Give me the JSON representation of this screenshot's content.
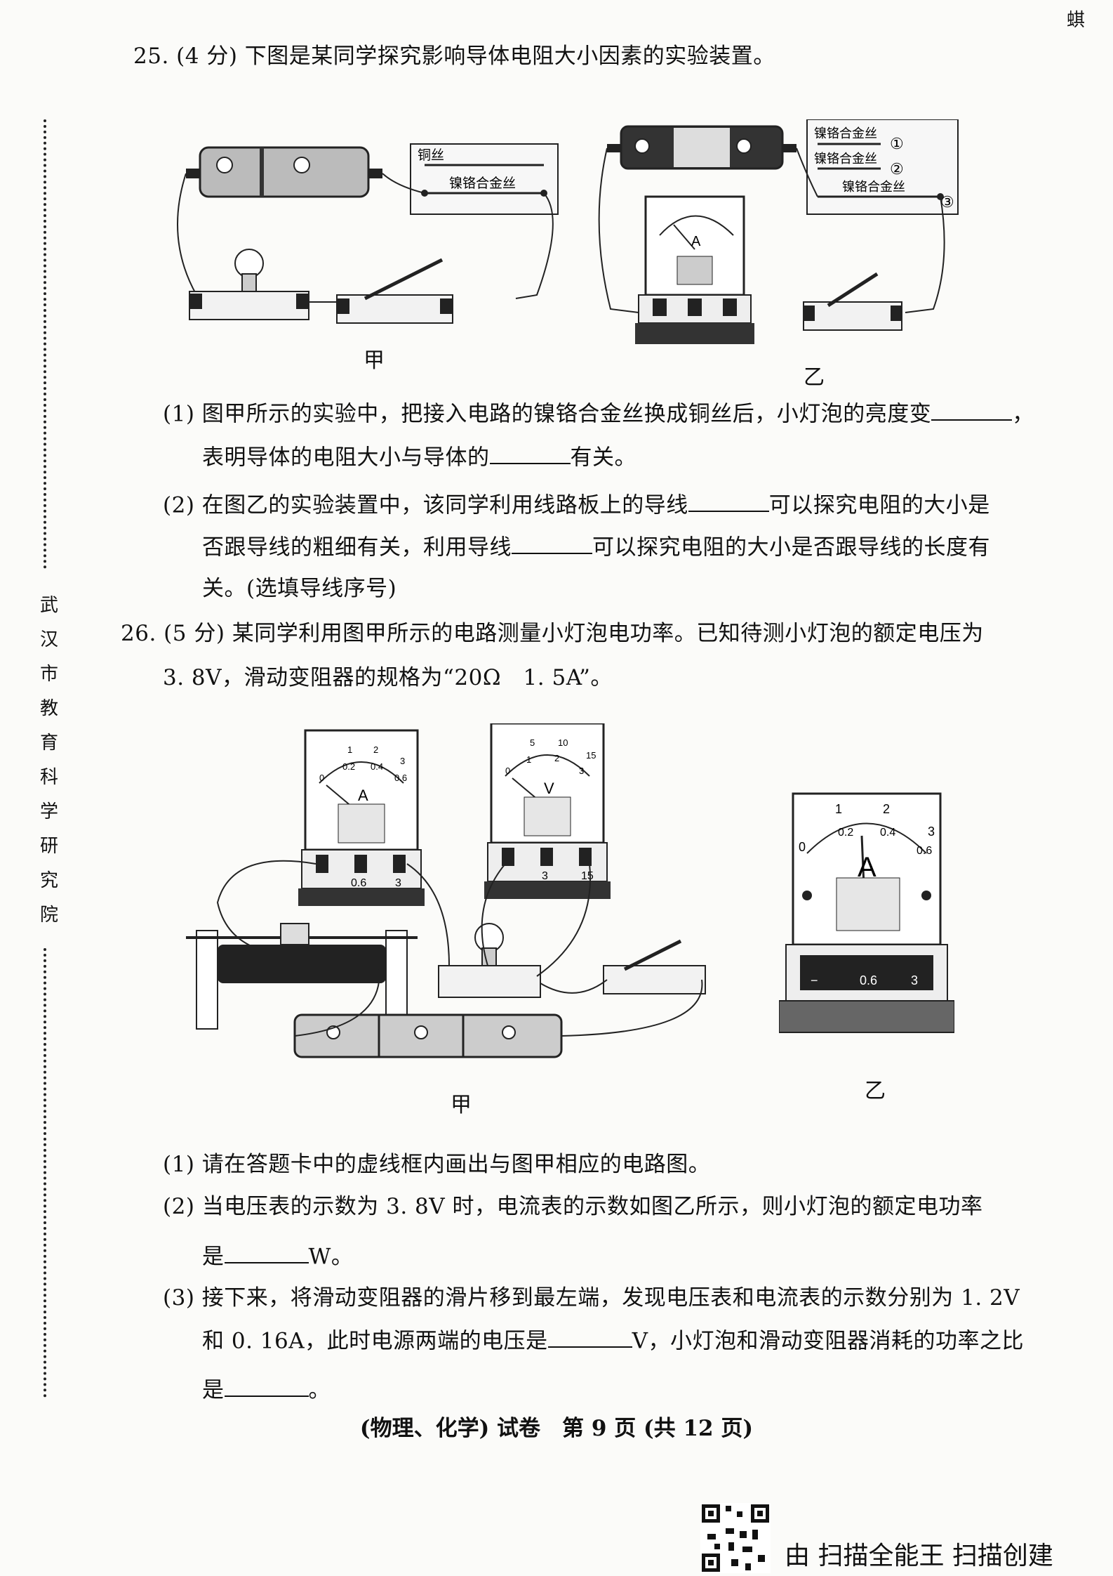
{
  "corner_mark": "蜞",
  "side_text": [
    "武",
    "汉",
    "市",
    "教",
    "育",
    "科",
    "学",
    "研",
    "究",
    "院"
  ],
  "q25": {
    "stem": "25. (4 分) 下图是某同学探究影响导体电阻大小因素的实验装置。",
    "fig_jia": {
      "label": "甲",
      "wire1": "铜丝",
      "wire2": "镍铬合金丝"
    },
    "fig_yi": {
      "label": "乙",
      "wire1": "镍铬合金丝",
      "wire1_num": "①",
      "wire2": "镍铬合金丝",
      "wire2_num": "②",
      "wire3": "镍铬合金丝",
      "wire3_num": "③",
      "meter_symbol": "A"
    },
    "p1_a": "(1) 图甲所示的实验中，把接入电路的镍铬合金丝换成铜丝后，小灯泡的亮度变",
    "p1_b": "，",
    "p1_c": "表明导体的电阻大小与导体的",
    "p1_d": "有关。",
    "p2_a": "(2) 在图乙的实验装置中，该同学利用线路板上的导线",
    "p2_b": "可以探究电阻的大小是",
    "p2_c": "否跟导线的粗细有关，利用导线",
    "p2_d": "可以探究电阻的大小是否跟导线的长度有",
    "p2_e": "关。(选填导线序号)"
  },
  "q26": {
    "stem_a": "26. (5 分) 某同学利用图甲所示的电路测量小灯泡电功率。已知待测小灯泡的额定电压为",
    "stem_b": "3. 8V，滑动变阻器的规格为“20Ω　1. 5A”。",
    "fig_jia": {
      "label": "甲",
      "ammeter_symbol": "A",
      "ammeter_ticks": [
        "0",
        "0.2",
        "0.4",
        "0.6",
        "1",
        "2",
        "3"
      ],
      "ammeter_terminals": [
        "0.6",
        "3"
      ],
      "voltmeter_symbol": "V",
      "voltmeter_ticks": [
        "0",
        "5",
        "10",
        "15",
        "1",
        "2",
        "3"
      ],
      "voltmeter_terminals": [
        "3",
        "15"
      ]
    },
    "fig_yi": {
      "label": "乙",
      "symbol": "A",
      "ticks": [
        "0",
        "1",
        "2",
        "3",
        "0.2",
        "0.4",
        "0.6"
      ],
      "terminals": [
        "−",
        "0.6",
        "3"
      ]
    },
    "p1": "(1) 请在答题卡中的虚线框内画出与图甲相应的电路图。",
    "p2_a": "(2) 当电压表的示数为 3. 8V 时，电流表的示数如图乙所示，则小灯泡的额定电功率",
    "p2_b": "是",
    "p2_c": "W。",
    "p3_a": "(3) 接下来，将滑动变阻器的滑片移到最左端，发现电压表和电流表的示数分别为 1. 2V",
    "p3_b": "和 0. 16A，此时电源两端的电压是",
    "p3_c": "V，小灯泡和滑动变阻器消耗的功率之比",
    "p3_d": "是",
    "p3_e": "。"
  },
  "footer": "(物理、化学) 试卷　第 9 页 (共 12 页)",
  "camscanner": "由 扫描全能王 扫描创建"
}
